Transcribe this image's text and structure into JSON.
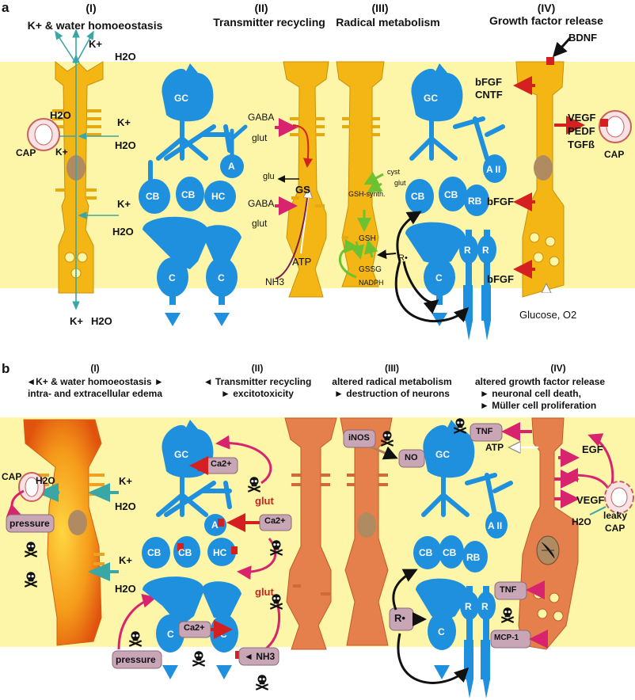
{
  "panel_a": {
    "label": "a",
    "headers": [
      "(I)",
      "K+ & water homoeostasis",
      "(II)",
      "Transmitter recycling",
      "(III)",
      "Radical metabolism",
      "(IV)",
      "Growth factor release"
    ],
    "labels": {
      "k": "K+",
      "h2o": "H2O",
      "cap": "CAP",
      "gaba": "GABA",
      "glut": "glut",
      "glu": "glu",
      "gs": "GS",
      "atp": "ATP",
      "nh3": "NH3",
      "cyst": "cyst",
      "gsh_synth": "GSH-synth.",
      "gsh": "GSH",
      "gssg": "GSSG",
      "nadph": "NADPH",
      "radical": "R•",
      "bdnf": "BDNF",
      "bfgf": "bFGF",
      "cntf": "CNTF",
      "vegf": "VEGF",
      "pedf": "PEDF",
      "tgfb": "TGFß",
      "glucose": "Glucose, O2"
    },
    "cells": {
      "gc": "GC",
      "a": "A",
      "cb": "CB",
      "hc": "HC",
      "c": "C",
      "aii": "A II",
      "rb": "RB",
      "r": "R"
    }
  },
  "panel_b": {
    "label": "b",
    "headers": {
      "i": "(I)",
      "i_1": "◄K+ & water homoeostasis ►",
      "i_2": "intra- and extracellular edema",
      "ii": "(II)",
      "ii_1": "◄ Transmitter recycling",
      "ii_2": "► excitotoxicity",
      "iii": "(III)",
      "iii_1": "altered radical metabolism",
      "iii_2": "► destruction of neurons",
      "iv": "(IV)",
      "iv_1": "altered growth factor release",
      "iv_2": "► neuronal cell death,",
      "iv_3": "► Müller cell proliferation"
    },
    "labels": {
      "cap": "CAP",
      "h2o": "H2O",
      "k": "K+",
      "pressure": "pressure",
      "ca": "Ca2+",
      "glut": "glut",
      "nh3": "◄ NH3",
      "inos": "iNOS",
      "no": "NO",
      "radical": "R•",
      "tnf": "TNF",
      "atp": "ATP",
      "egf": "EGF",
      "vegf": "VEGF",
      "leaky": "leaky",
      "leaky_cap": "CAP",
      "mcp": "MCP-1"
    }
  },
  "colors": {
    "band": "#fdf6a8",
    "neuron": "#1e90dd",
    "muller": "#f4b614",
    "sick": "#e5804c",
    "arrow_red": "#d42020",
    "arrow_pink": "#d8246e",
    "arrow_teal": "#3aa6a6",
    "arrow_green": "#6cc230",
    "box": "#c9a6b6"
  },
  "icons": [
    "skull-icon"
  ]
}
